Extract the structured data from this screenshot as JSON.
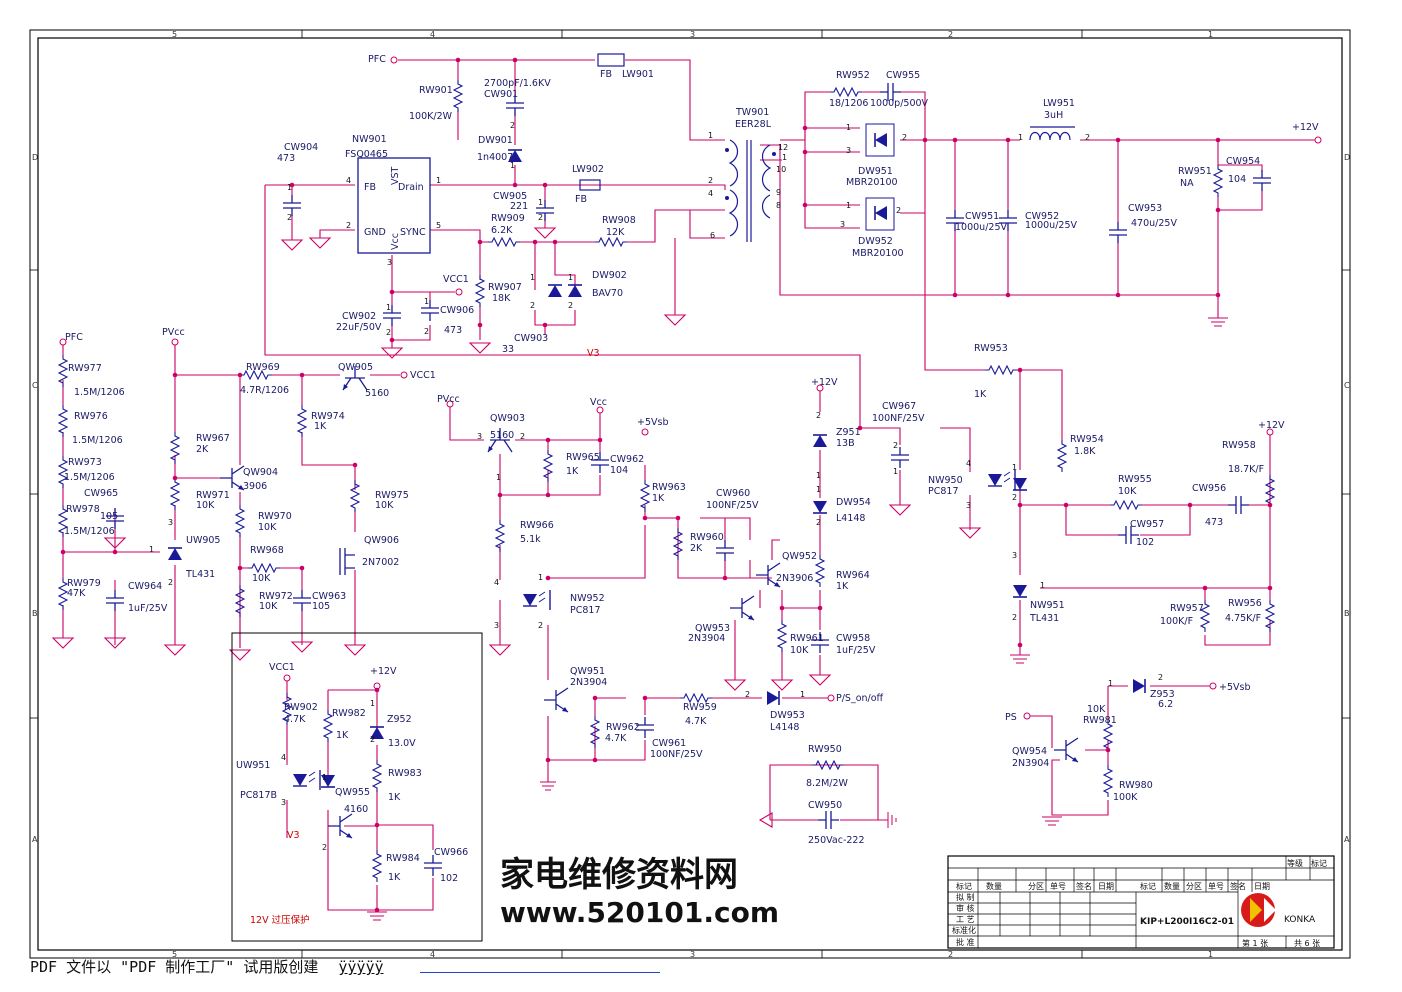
{
  "colors": {
    "wire": "#cc0066",
    "component": "#1a1a99",
    "label": "#1a1a66",
    "note": "#cc0000",
    "frame": "#000000"
  },
  "grid": {
    "columns": [
      "5",
      "4",
      "3",
      "2",
      "1"
    ],
    "rows": [
      "D",
      "C",
      "B",
      "A"
    ]
  },
  "nets": {
    "pfc": "PFC",
    "vcc": "Vcc",
    "vcc1": "VCC1",
    "pvcc": "PVcc",
    "v3": "V3",
    "p12": "+12V",
    "p5vsb": "+5Vsb",
    "ps": "PS",
    "pson": "P/S_on/off",
    "fb": "FB"
  },
  "components": {
    "rw901": [
      "RW901",
      "100K/2W"
    ],
    "cw901": [
      "2700pF/1.6KV",
      "CW901"
    ],
    "lw901": [
      "FB",
      "LW901"
    ],
    "tw901": [
      "TW901",
      "EER28L"
    ],
    "dw901": [
      "DW901",
      "1n4007"
    ],
    "nw901": [
      "NW901",
      "FSQ0465"
    ],
    "cw904": [
      "CW904",
      "473"
    ],
    "cw905": [
      "CW905",
      "221"
    ],
    "lw902": [
      "LW902",
      "FB"
    ],
    "rw909": [
      "RW909",
      "6.2K"
    ],
    "rw908": [
      "RW908",
      "12K"
    ],
    "rw907": [
      "RW907",
      "18K"
    ],
    "dw902": [
      "DW902",
      "BAV70"
    ],
    "cw902": [
      "CW902",
      "22uF/50V"
    ],
    "cw906": [
      "CW906",
      "473"
    ],
    "cw903": [
      "CW903",
      "33"
    ],
    "rw952": [
      "RW952",
      "18/1206"
    ],
    "cw955": [
      "CW955",
      "1000p/500V"
    ],
    "dw951": [
      "DW951",
      "MBR20100"
    ],
    "dw952": [
      "DW952",
      "MBR20100"
    ],
    "lw951": [
      "LW951",
      "3uH"
    ],
    "cw951": [
      "CW951",
      "1000u/25V"
    ],
    "cw952": [
      "CW952",
      "1000u/25V"
    ],
    "cw953": [
      "CW953",
      "470u/25V"
    ],
    "rw951": [
      "RW951",
      "NA"
    ],
    "cw954": [
      "CW954",
      "104"
    ],
    "rw977": [
      "RW977",
      "1.5M/1206"
    ],
    "rw976": [
      "RW976",
      "1.5M/1206"
    ],
    "rw973": [
      "RW973",
      "1.5M/1206"
    ],
    "rw978": [
      "RW978",
      "1.5M/1206"
    ],
    "rw979": [
      "RW979",
      "47K"
    ],
    "cw965": [
      "CW965",
      "105"
    ],
    "cw964": [
      "CW964",
      "1uF/25V"
    ],
    "uw905": [
      "UW905",
      "TL431"
    ],
    "rw967": [
      "RW967",
      "2K"
    ],
    "rw971": [
      "RW971",
      "10K"
    ],
    "rw969": [
      "RW969",
      "4.7R/1206"
    ],
    "qw905": [
      "QW905",
      "5160"
    ],
    "rw974": [
      "RW974",
      "1K"
    ],
    "qw904": [
      "QW904",
      "3906"
    ],
    "rw970": [
      "RW970",
      "10K"
    ],
    "rw975": [
      "RW975",
      "10K"
    ],
    "rw968": [
      "RW968",
      "10K"
    ],
    "rw972": [
      "RW972",
      "10K"
    ],
    "cw963": [
      "CW963",
      "105"
    ],
    "qw906": [
      "QW906",
      "2N7002"
    ],
    "qw903": [
      "QW903",
      "5160"
    ],
    "rw965": [
      "RW965",
      "1K"
    ],
    "cw962": [
      "CW962",
      "104"
    ],
    "rw963": [
      "RW963",
      "1K"
    ],
    "rw966": [
      "RW966",
      "5.1k"
    ],
    "nw952": [
      "NW952",
      "PC817"
    ],
    "cw960": [
      "CW960",
      "100NF/25V"
    ],
    "rw960": [
      "RW960",
      "2K"
    ],
    "qw952": [
      "QW952",
      "2N3906"
    ],
    "qw953": [
      "QW953",
      "2N3904"
    ],
    "rw961": [
      "RW961",
      "10K"
    ],
    "cw958": [
      "CW958",
      "1uF/25V"
    ],
    "rw964": [
      "RW964",
      "1K"
    ],
    "dw954": [
      "DW954",
      "L4148"
    ],
    "z951": [
      "Z951",
      "13B"
    ],
    "cw967": [
      "CW967",
      "100NF/25V"
    ],
    "nw950": [
      "NW950",
      "PC817"
    ],
    "rw953": [
      "RW953",
      "1K"
    ],
    "rw954": [
      "RW954",
      "1.8K"
    ],
    "rw955": [
      "RW955",
      "10K"
    ],
    "cw957": [
      "CW957",
      "102"
    ],
    "cw956": [
      "CW956",
      "473"
    ],
    "rw958": [
      "RW958",
      "18.7K/F"
    ],
    "nw951": [
      "NW951",
      "TL431"
    ],
    "rw957": [
      "RW957",
      "100K/F"
    ],
    "rw956": [
      "RW956",
      "4.75K/F"
    ],
    "qw951": [
      "QW951",
      "2N3904"
    ],
    "rw962": [
      "RW962",
      "4.7K"
    ],
    "cw961": [
      "CW961",
      "100NF/25V"
    ],
    "rw959": [
      "RW959",
      "4.7K"
    ],
    "dw953": [
      "DW953",
      "L4148"
    ],
    "rw950": [
      "RW950",
      "8.2M/2W"
    ],
    "cw950": [
      "CW950",
      "250Vac-222"
    ],
    "rw902": [
      "RW902",
      "4.7K"
    ],
    "rw982": [
      "RW982",
      "1K"
    ],
    "z952": [
      "Z952",
      "13.0V"
    ],
    "uw951": [
      "UW951",
      "PC817B"
    ],
    "qw955": [
      "QW955",
      "4160"
    ],
    "rw983": [
      "RW983",
      "1K"
    ],
    "rw984": [
      "RW984",
      "1K"
    ],
    "cw966": [
      "CW966",
      "102"
    ],
    "rw981": [
      "10K",
      "RW981"
    ],
    "z953": [
      "Z953",
      "6.2"
    ],
    "qw954": [
      "QW954",
      "2N3904"
    ],
    "rw980": [
      "RW980",
      "100K"
    ]
  },
  "ic_pins": {
    "fb": "FB",
    "vst": "VST",
    "drain": "Drain",
    "gnd": "GND",
    "vcc": "Vcc",
    "sync": "SYNC"
  },
  "protect_note": "12V 过压保护",
  "watermark": {
    "title": "家电维修资料网",
    "url": "www.520101.com"
  },
  "title_block": {
    "grade": "等级",
    "mark": "标记",
    "row_labels": [
      "标记",
      "数量",
      "分区",
      "单号",
      "签名",
      "日期",
      "标记",
      "数量",
      "分区",
      "单号",
      "签名",
      "日期"
    ],
    "roles": [
      "拟 制",
      "审 核",
      "工 艺",
      "标准化",
      "批 准"
    ],
    "drawing_no": "KIP+L200I16C2-01",
    "company": "KONKA",
    "sheet": "第 1 张",
    "total": "共 6 张"
  },
  "footer": {
    "text": "PDF 文件以 \"PDF 制作工厂\" 试用版创建",
    "link": "ÿÿÿÿÿ"
  }
}
